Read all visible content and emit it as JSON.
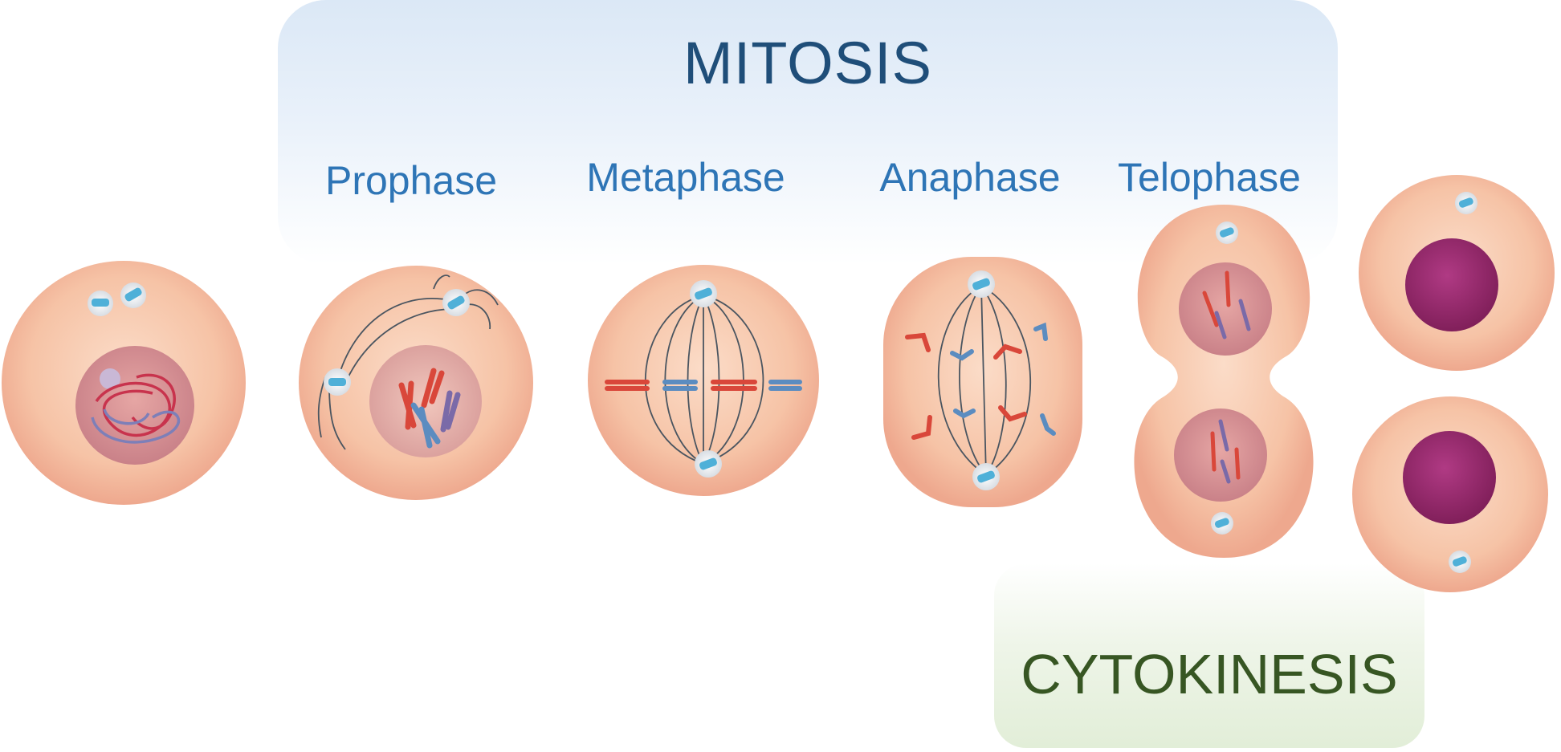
{
  "header": {
    "mitosis_title": "MITOSIS"
  },
  "footer": {
    "cytokinesis_title": "CYTOKINESIS"
  },
  "phases": [
    {
      "label": "Prophase"
    },
    {
      "label": "Metaphase"
    },
    {
      "label": "Anaphase"
    },
    {
      "label": "Telophase"
    }
  ],
  "colors": {
    "mitosis_title": "#1f4e79",
    "phase_label": "#2e75b6",
    "cytokinesis_title": "#375623",
    "cell_fill": "#f6c4a8",
    "chromosome_red": "#d9473a",
    "chromosome_blue": "#5b8cc0",
    "chromosome_purple": "#7a6aa8",
    "nucleus_purple": "#9c2a6e"
  },
  "cells": [
    {
      "name": "interphase-cell"
    },
    {
      "name": "prophase-cell"
    },
    {
      "name": "metaphase-cell"
    },
    {
      "name": "anaphase-cell"
    },
    {
      "name": "telophase-cell"
    },
    {
      "name": "daughter-cell-top"
    },
    {
      "name": "daughter-cell-bottom"
    }
  ]
}
